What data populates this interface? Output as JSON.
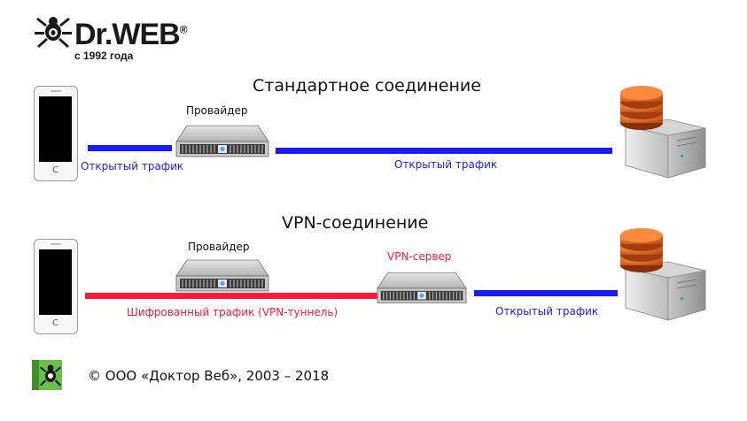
{
  "brand": {
    "name": "Dr.WEB",
    "registered_mark": "®",
    "tagline": "с 1992 года"
  },
  "standard": {
    "title": "Стандартное соединение",
    "provider_label": "Провайдер",
    "traffic_left": "Открытый трафик",
    "traffic_right": "Открытый трафик"
  },
  "vpn": {
    "title": "VPN-соединение",
    "provider_label": "Провайдер",
    "server_label": "VPN-сервер",
    "tunnel_label": "Шифрованный трафик (VPN-туннель)",
    "open_label": "Открытый трафик"
  },
  "footer": {
    "copyright": "© ООО «Доктор Веб», 2003 – 2018"
  },
  "colors": {
    "open_traffic": "#1a1aff",
    "encrypted_traffic": "#ff1a3a",
    "open_label": "#1a1aff",
    "vpn_label": "#ff1a3a",
    "brand_green": "#6cc04a"
  },
  "icons": {
    "logo": "spider-logo-icon",
    "phone": "smartphone-icon",
    "router": "network-appliance-icon",
    "server": "database-server-icon",
    "footer_badge": "drweb-badge-icon"
  }
}
